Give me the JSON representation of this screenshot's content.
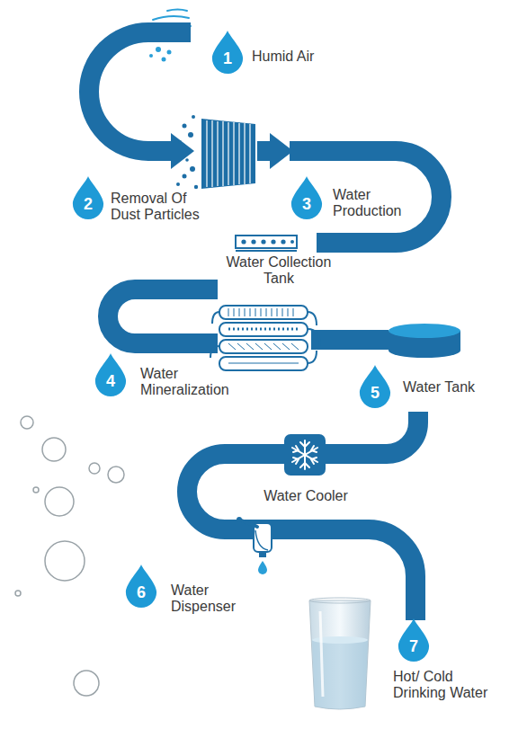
{
  "diagram": {
    "nodes": [
      {
        "text": [
          "1",
          "Humid Air"
        ]
      },
      {
        "text": [
          "2",
          "Removal Of Dust Particles"
        ]
      },
      {
        "text": [
          "3",
          "Water Production"
        ]
      },
      {
        "text": [
          "4",
          "Water Mineralization"
        ]
      },
      {
        "text": [
          "5",
          "Water Tank"
        ]
      },
      {
        "text": [
          "6",
          "Water Dispenser"
        ]
      },
      {
        "text": [
          "7",
          "Hot/ Cold Drinking Water"
        ]
      }
    ],
    "labels": [
      "Water Collection Tank",
      "Water Cooler"
    ]
  }
}
